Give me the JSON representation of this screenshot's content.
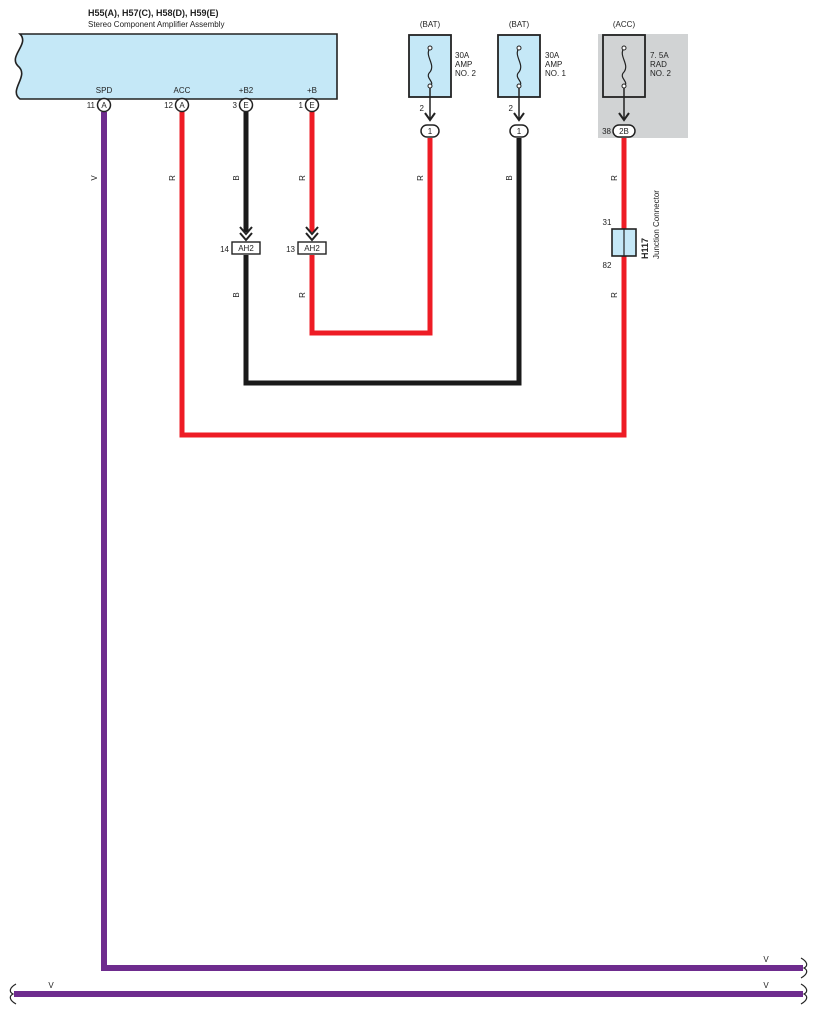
{
  "header": {
    "connectors": "H55(A), H57(C), H58(D), H59(E)",
    "component": "Stereo Component Amplifier Assembly"
  },
  "amplifier_pins": [
    {
      "name": "SPD",
      "number": "11",
      "connector": "A"
    },
    {
      "name": "ACC",
      "number": "12",
      "connector": "A"
    },
    {
      "name": "+B2",
      "number": "3",
      "connector": "E"
    },
    {
      "name": "+B",
      "number": "1",
      "connector": "E"
    }
  ],
  "fuses": [
    {
      "source": "(BAT)",
      "rating": "30A",
      "name1": "AMP",
      "name2": "NO. 2",
      "pin": "2",
      "connector": "1"
    },
    {
      "source": "(BAT)",
      "rating": "30A",
      "name1": "AMP",
      "name2": "NO. 1",
      "pin": "2",
      "connector": "1"
    },
    {
      "source": "(ACC)",
      "rating": "7. 5A",
      "name1": "RAD",
      "name2": "NO. 2",
      "pin": "38",
      "connector": "2B"
    }
  ],
  "inline_connectors": [
    {
      "pin": "14",
      "label": "AH2"
    },
    {
      "pin": "13",
      "label": "AH2"
    }
  ],
  "junction": {
    "id": "H117",
    "name": "Junction Connector",
    "pin_top": "31",
    "pin_bottom": "82"
  },
  "wire_colors": {
    "violet": "V",
    "red": "R",
    "black": "B"
  },
  "colors": {
    "red": "#ee1c25",
    "black": "#1a1a1a",
    "violet": "#6e2c8e",
    "component_fill": "#c5e8f7",
    "relay_box": "#d1d3d4"
  }
}
